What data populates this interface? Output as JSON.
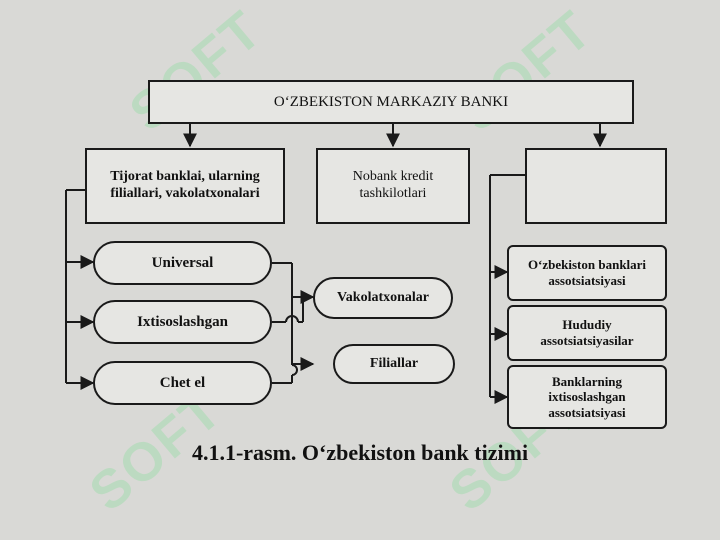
{
  "central_bank": {
    "label": "O‘ZBEKISTON MARKAZIY BANKI"
  },
  "level2": {
    "commercial": "Tijorat banklai, ularning filiallari, vakolatxonalari",
    "nonbank": "Nobank kredit tashkilotlari",
    "empty": ""
  },
  "bank_types": [
    "Universal",
    "Ixtisoslashgan",
    "Chet el"
  ],
  "branches": [
    "Vakolatxonalar",
    "Filiallar"
  ],
  "associations": [
    "O‘zbekiston banklari assotsiatsiyasi",
    "Hududiy assotsiatsiyasilar",
    "Banklarning ixtisoslashgan assotsiatsiyasi"
  ],
  "caption": "4.1.1-rasm. O‘zbekiston bank tizimi",
  "watermark": "SOFT",
  "colors": {
    "line": "#1a1a1a",
    "watermark": "#a6dcb1",
    "background": "#d9d9d6"
  }
}
